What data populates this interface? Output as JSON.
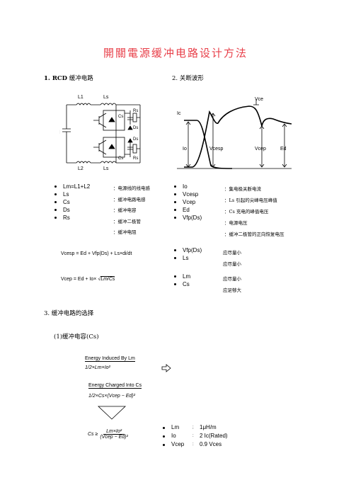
{
  "title": "開關電源缓冲电路设计方法",
  "sec1": {
    "num": "1. RCD",
    "text": "缓冲电路"
  },
  "sec2": {
    "num": "2.",
    "text": "关断波形"
  },
  "circuit_labels": {
    "l1": "L1",
    "ls_top": "Ls",
    "cs1": "Cs",
    "rs1": "Rs",
    "ds1": "Ds",
    "ds2": "Ds",
    "rs2": "Rs",
    "cs2": "Cs",
    "ed": "Ed",
    "l2": "L2",
    "ls_bot": "Ls"
  },
  "wave_labels": {
    "vce": "Vce",
    "ic": "Ic",
    "io": "Io",
    "vcesp": "Vcesp",
    "vcep": "Vcep",
    "ed": "Ed"
  },
  "left_list": [
    {
      "sym": "Lm=L1+L2",
      "desc": "：电源线的线电感"
    },
    {
      "sym": "Ls",
      "desc": "：缓冲电路电感"
    },
    {
      "sym": "Cs",
      "desc": "：缓冲电容"
    },
    {
      "sym": "Ds",
      "desc": "：缓冲二极管"
    },
    {
      "sym": "Rs",
      "desc": "：缓冲电阻"
    }
  ],
  "right_list": [
    {
      "sym": "Io",
      "desc": "：集电极关断电流"
    },
    {
      "sym": "Vcesp",
      "desc": "：Ls 引起的尖峰电压峰值"
    },
    {
      "sym": "Vcep",
      "desc": "：Cs 充电的峰值电压"
    },
    {
      "sym": "Ed",
      "desc": "：电源电压"
    },
    {
      "sym": "Vfp(Ds)",
      "desc": "：缓冲二极管的正向恢复电压"
    }
  ],
  "formula1": "Vcesp = Ed + Vfp(Ds) + Ls×di/dt",
  "formula2_pre": "Vcep = Ed + Io×",
  "formula2_sqrt": "Lm/Cs",
  "req1": [
    {
      "sym": "Vfp(Ds)",
      "desc": "应尽量小"
    },
    {
      "sym": "Ls",
      "desc": "应尽量小"
    }
  ],
  "req2": [
    {
      "sym": "Lm",
      "desc": "应尽量小"
    },
    {
      "sym": "Cs",
      "desc": "应足够大"
    }
  ],
  "sec3": "3. 缓冲电路的选择",
  "sub1": "(1)缓冲电容(Cs)",
  "energy1": {
    "caption": "Energy Induced By Lm",
    "expr": "1/2×Lm×Io²"
  },
  "energy2": {
    "caption": "Energy Charged Into Cs",
    "expr": "1/2×Cs×(Vcep − Ed)²"
  },
  "cs_formula": {
    "lhs": "Cs ≥",
    "num": "Lm×Io²",
    "den": "(Vcep − Ed)²"
  },
  "params": [
    {
      "sym": "Lm",
      "val": "1μH/m"
    },
    {
      "sym": "Io",
      "val": "2  Ic(Rated)"
    },
    {
      "sym": "Vcep",
      "val": "0.9  Vces"
    }
  ]
}
